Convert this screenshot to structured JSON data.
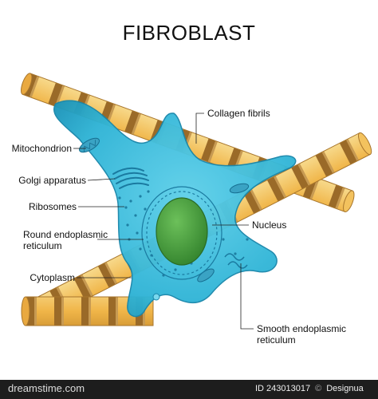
{
  "title": "FIBROBLAST",
  "labels": {
    "collagen_fibrils": "Collagen fibrils",
    "mitochondrion": "Mitochondrion",
    "golgi": "Golgi apparatus",
    "ribosomes": "Ribosomes",
    "rer_line1": "Round endoplasmic",
    "rer_line2": "reticulum",
    "cytoplasm": "Cytoplasm",
    "nucleus": "Nucleus",
    "ser_line1": "Smooth endoplasmic",
    "ser_line2": "reticulum"
  },
  "footer": {
    "logo": "dreamstime.com",
    "id_text": "ID 243013017",
    "author": "Designua"
  },
  "colors": {
    "cell_fill": "#2fb8d8",
    "cell_edge": "#1b8fb0",
    "nucleus": "#3f9d35",
    "fibril_light": "#f3c25e",
    "fibril_dark": "#b07a2a",
    "footer_bg": "#1d1d1d"
  }
}
